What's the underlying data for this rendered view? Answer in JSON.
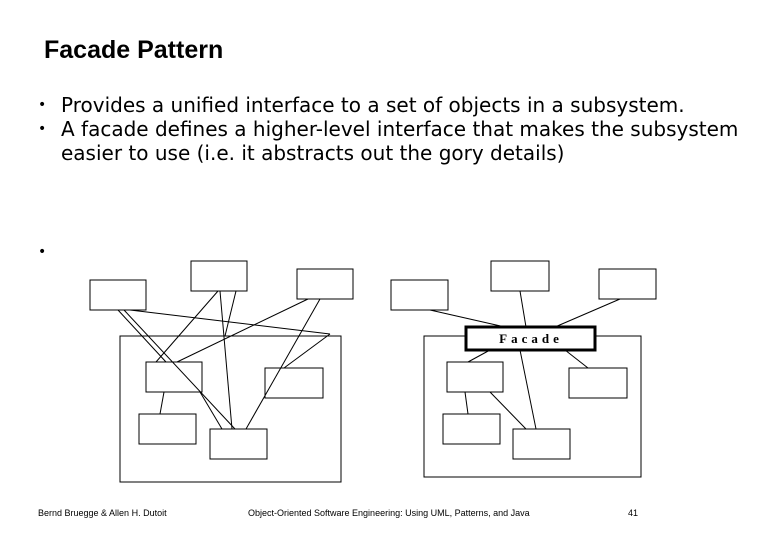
{
  "slide": {
    "title": "Facade Pattern",
    "bullets": [
      "Provides a unified interface to a set of objects in a subsystem.",
      "A facade defines a higher-level interface that makes the subsystem easier to use (i.e. it abstracts out the gory details)"
    ],
    "empty_bullet": "•"
  },
  "diagram": {
    "facade_label": "Facade"
  },
  "footer": {
    "authors": "Bernd Bruegge & Allen H. Dutoit",
    "book": "Object-Oriented Software Engineering: Using UML, Patterns, and Java",
    "page": "41"
  }
}
